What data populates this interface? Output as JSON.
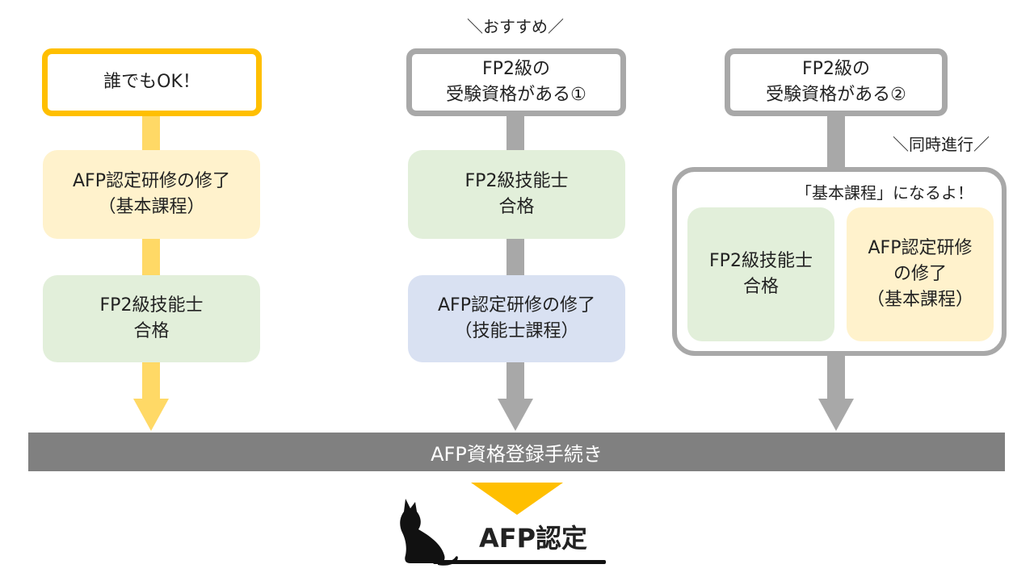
{
  "recommend_label": "＼おすすめ／",
  "simultaneous_label": "＼同時進行／",
  "columns": {
    "left": {
      "start": "誰でもOK！",
      "step1": "AFP認定研修の修了\n（基本課程）",
      "step2": "FP2級技能士\n合格"
    },
    "middle": {
      "start": "FP2級の\n受験資格がある①",
      "step1": "FP2級技能士\n合格",
      "step2": "AFP認定研修の修了\n（技能士課程）"
    },
    "right": {
      "start": "FP2級の\n受験資格がある②",
      "group_caption": "「基本課程」になるよ！",
      "step_a": "FP2級技能士\n合格",
      "step_b": "AFP認定研修\nの修了\n（基本課程）"
    }
  },
  "registration_band": "AFP資格登録手続き",
  "result": "AFP認定",
  "colors": {
    "yellow_accent": "#ffbf00",
    "yellow_light": "#ffd966",
    "gray": "#a8a8a8",
    "green": "#e2efda",
    "cream": "#fff2cc",
    "blue": "#d9e1f2",
    "band": "#808080"
  },
  "icons": [
    "cat-silhouette-icon",
    "down-arrow-icon"
  ]
}
